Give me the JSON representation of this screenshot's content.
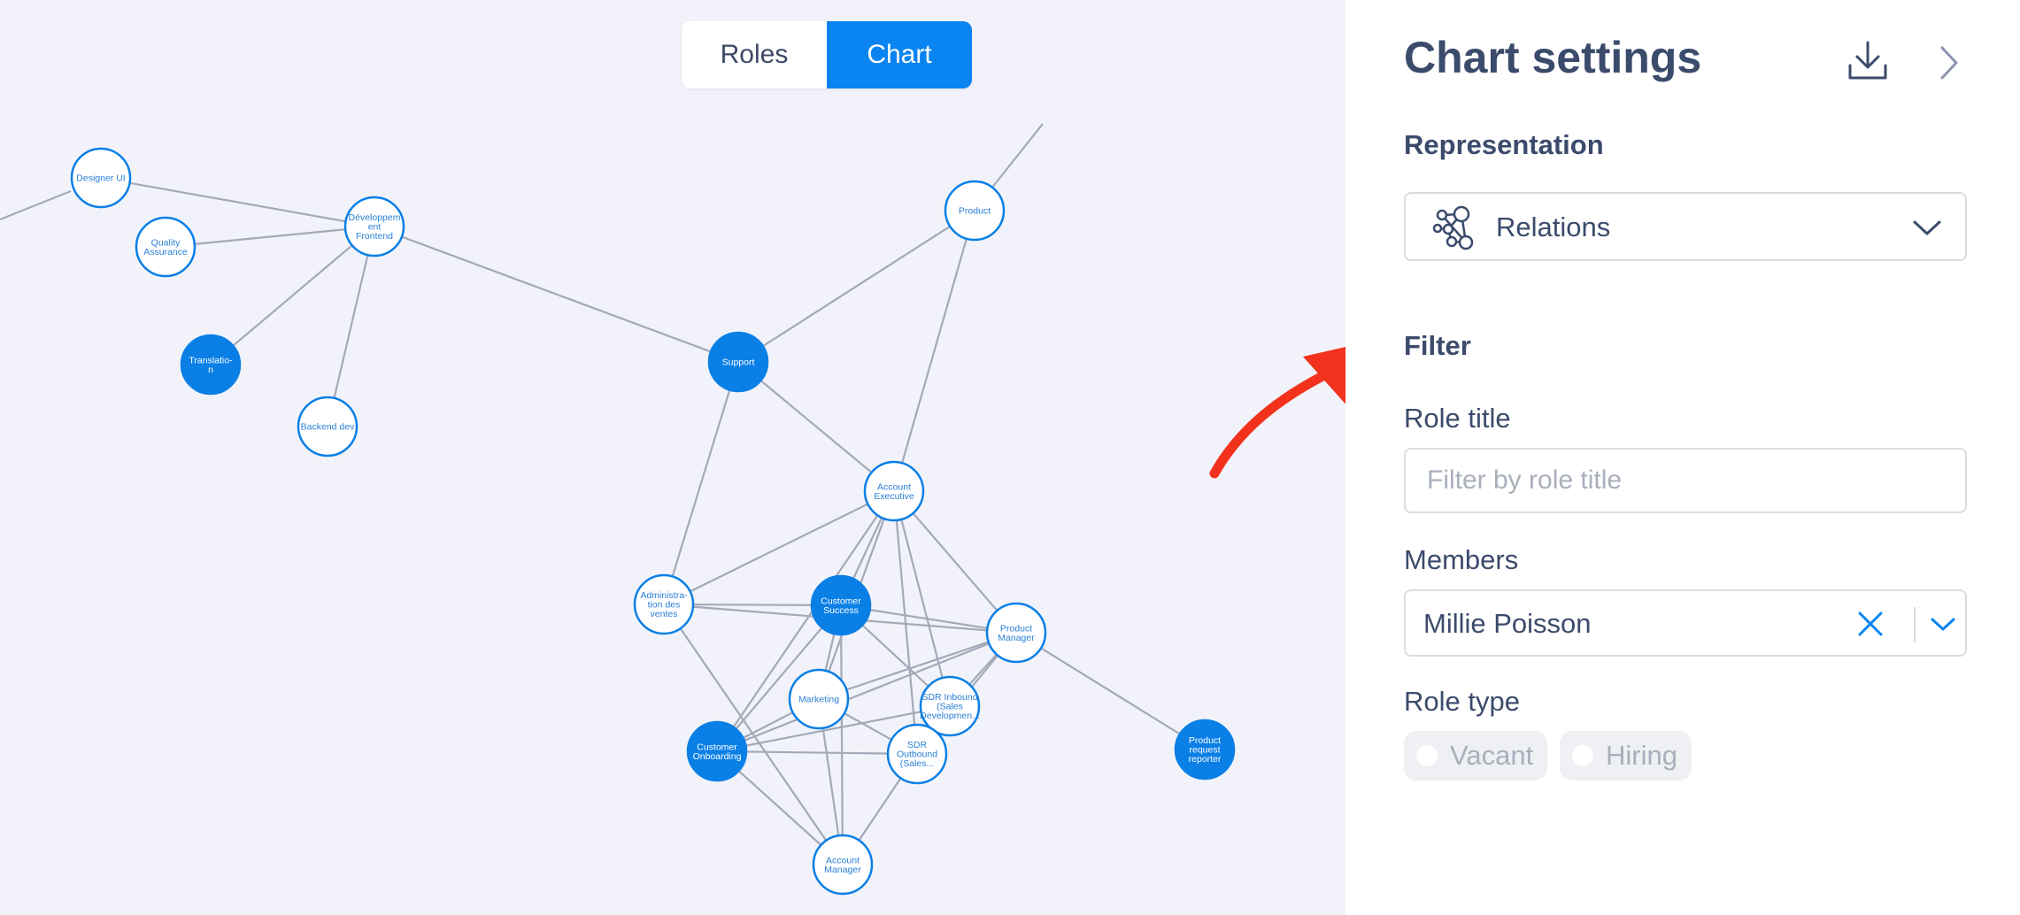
{
  "view_toggle": {
    "roles_label": "Roles",
    "chart_label": "Chart",
    "active": "Chart"
  },
  "graph": {
    "nodes": [
      {
        "id": "designer-ui",
        "label": [
          "Designer UI"
        ],
        "filled": false
      },
      {
        "id": "quality-assurance",
        "label": [
          "Quality",
          "Assurance"
        ],
        "filled": false
      },
      {
        "id": "developpement-frontend",
        "label": [
          "Développem",
          "ent",
          "Frontend"
        ],
        "filled": false
      },
      {
        "id": "translation",
        "label": [
          "Translatio-",
          "n"
        ],
        "filled": true
      },
      {
        "id": "backend-dev",
        "label": [
          "Backend dev"
        ],
        "filled": false
      },
      {
        "id": "support",
        "label": [
          "Support"
        ],
        "filled": true
      },
      {
        "id": "product",
        "label": [
          "Product"
        ],
        "filled": false
      },
      {
        "id": "account-executive",
        "label": [
          "Account",
          "Executive"
        ],
        "filled": false
      },
      {
        "id": "administration-des-ventes",
        "label": [
          "Administra-",
          "tion des",
          "ventes"
        ],
        "filled": false
      },
      {
        "id": "customer-success",
        "label": [
          "Customer",
          "Success"
        ],
        "filled": true
      },
      {
        "id": "product-manager",
        "label": [
          "Product",
          "Manager"
        ],
        "filled": false
      },
      {
        "id": "marketing",
        "label": [
          "Marketing"
        ],
        "filled": false
      },
      {
        "id": "sdr-inbound",
        "label": [
          "SDR Inbound",
          "(Sales",
          "Developmen..."
        ],
        "filled": false
      },
      {
        "id": "customer-onboarding",
        "label": [
          "Customer",
          "Onboarding"
        ],
        "filled": true
      },
      {
        "id": "sdr-outbound",
        "label": [
          "SDR",
          "Outbound",
          "(Sales..."
        ],
        "filled": false
      },
      {
        "id": "account-manager",
        "label": [
          "Account",
          "Manager"
        ],
        "filled": false
      },
      {
        "id": "product-request-reporter",
        "label": [
          "Product",
          "request",
          "reporter"
        ],
        "filled": true
      }
    ],
    "edges": [
      [
        "designer-ui",
        "developpement-frontend"
      ],
      [
        "quality-assurance",
        "developpement-frontend"
      ],
      [
        "translation",
        "developpement-frontend"
      ],
      [
        "backend-dev",
        "developpement-frontend"
      ],
      [
        "developpement-frontend",
        "support"
      ],
      [
        "support",
        "product"
      ],
      [
        "support",
        "account-executive"
      ],
      [
        "support",
        "administration-des-ventes"
      ],
      [
        "product",
        "account-executive"
      ],
      [
        "account-executive",
        "administration-des-ventes"
      ],
      [
        "account-executive",
        "customer-success"
      ],
      [
        "account-executive",
        "product-manager"
      ],
      [
        "account-executive",
        "marketing"
      ],
      [
        "account-executive",
        "sdr-inbound"
      ],
      [
        "account-executive",
        "sdr-outbound"
      ],
      [
        "account-executive",
        "customer-onboarding"
      ],
      [
        "administration-des-ventes",
        "customer-success"
      ],
      [
        "administration-des-ventes",
        "account-manager"
      ],
      [
        "customer-success",
        "product-manager"
      ],
      [
        "customer-success",
        "marketing"
      ],
      [
        "customer-success",
        "customer-onboarding"
      ],
      [
        "customer-success",
        "sdr-inbound"
      ],
      [
        "product-manager",
        "marketing"
      ],
      [
        "product-manager",
        "sdr-inbound"
      ],
      [
        "product-manager",
        "sdr-outbound"
      ],
      [
        "product-manager",
        "customer-onboarding"
      ],
      [
        "product-manager",
        "product-request-reporter"
      ],
      [
        "marketing",
        "customer-onboarding"
      ],
      [
        "marketing",
        "account-manager"
      ],
      [
        "marketing",
        "sdr-outbound"
      ],
      [
        "sdr-inbound",
        "customer-onboarding"
      ],
      [
        "customer-onboarding",
        "sdr-outbound"
      ],
      [
        "customer-onboarding",
        "account-manager"
      ],
      [
        "sdr-outbound",
        "account-manager"
      ],
      [
        "customer-success",
        "account-manager"
      ],
      [
        "administration-des-ventes",
        "product-manager"
      ]
    ]
  },
  "panel": {
    "title": "Chart settings",
    "representation_heading": "Representation",
    "representation_value": "Relations",
    "filter_heading": "Filter",
    "role_title_label": "Role title",
    "role_title_placeholder": "Filter by role title",
    "members_label": "Members",
    "members_value": "Millie Poisson",
    "role_type_label": "Role type",
    "role_types": [
      "Vacant",
      "Hiring"
    ]
  },
  "colors": {
    "accent": "#0a84f0",
    "node": "#0a7fe6",
    "edge": "#a3a9b8",
    "text": "#3b4b6b",
    "annotation_arrow": "#f2321c"
  }
}
